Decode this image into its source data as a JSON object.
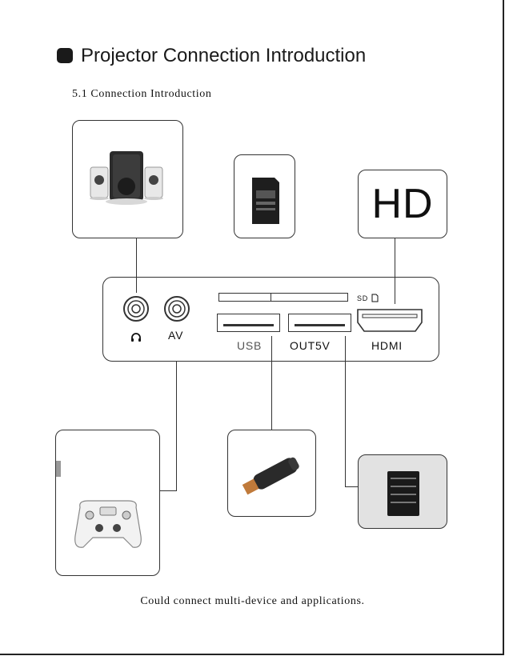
{
  "page": {
    "title": "Projector Connection Introduction",
    "subtitle": "5.1 Connection Introduction",
    "caption": "Could connect multi-device and applications."
  },
  "panel": {
    "ports": {
      "av": "AV",
      "usb": "USB",
      "out5v": "OUT5V",
      "hdmi": "HDMI",
      "sd": "SD"
    }
  },
  "devices": {
    "hd_monitor": "HD"
  },
  "icons": [
    "headphone-icon",
    "sd-card-icon",
    "speaker-system-image",
    "micro-sd-card-image",
    "usb-flash-drive-image",
    "game-controller-image",
    "power-module-image"
  ]
}
